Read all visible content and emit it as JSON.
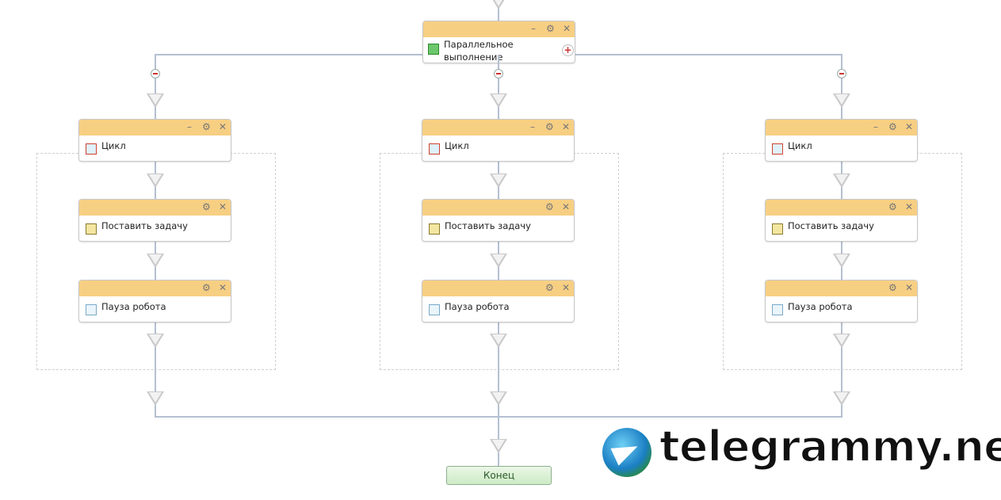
{
  "parallel": {
    "title": "Параллельное выполнение",
    "controls": {
      "minimize": "–",
      "settings": "⚙",
      "close": "✕",
      "add": "+"
    }
  },
  "branches": [
    {
      "loop": "Цикл",
      "task": "Поставить задачу",
      "pause": "Пауза робота"
    },
    {
      "loop": "Цикл",
      "task": "Поставить задачу",
      "pause": "Пауза робота"
    },
    {
      "loop": "Цикл",
      "task": "Поставить задачу",
      "pause": "Пауза робота"
    }
  ],
  "end": {
    "label": "Конец"
  },
  "watermark": {
    "text": "telegrammy.net"
  },
  "colors": {
    "header": "#f7cf83",
    "connector": "#b4bfd2",
    "end_fill": "#d8f0d2"
  }
}
